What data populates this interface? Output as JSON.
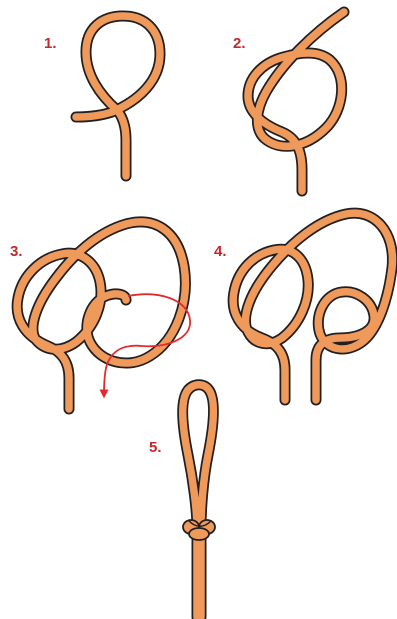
{
  "steps": [
    {
      "label": "1."
    },
    {
      "label": "2."
    },
    {
      "label": "3."
    },
    {
      "label": "4."
    },
    {
      "label": "5."
    }
  ],
  "colors": {
    "rope": "#ef9a5b",
    "outline": "#231f20",
    "label": "#c3282a",
    "arrow": "#e22b2b",
    "background": "#ffffff"
  },
  "icons": [
    "rope-strand",
    "direction-arrow-icon"
  ]
}
